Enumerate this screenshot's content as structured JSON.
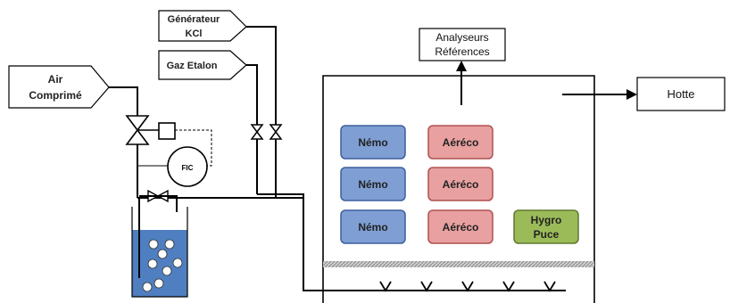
{
  "sources": {
    "generateur_kcl": [
      "Générateur",
      "KCl"
    ],
    "gaz_etalon": "Gaz Etalon",
    "air_comprime": [
      "Air",
      "Comprimé"
    ]
  },
  "instruments": {
    "fic": "FIC"
  },
  "outputs": {
    "analyseurs": [
      "Analyseurs",
      "Références"
    ],
    "hotte": "Hotte"
  },
  "sensors": {
    "nemo": [
      "Némo",
      "Némo",
      "Némo"
    ],
    "aereco": [
      "Aéréco",
      "Aéréco",
      "Aéréco"
    ],
    "hygro": [
      "Hygro",
      "Puce"
    ]
  },
  "colors": {
    "nemo_fill": "#7f9fd4",
    "nemo_stroke": "#3c5f9c",
    "aereco_fill": "#e8a0a0",
    "aereco_stroke": "#b05050",
    "hygro_fill": "#9bbb59",
    "hygro_stroke": "#5f7a2e",
    "water": "#4f7fc0",
    "mesh": "#aaaaaa"
  }
}
